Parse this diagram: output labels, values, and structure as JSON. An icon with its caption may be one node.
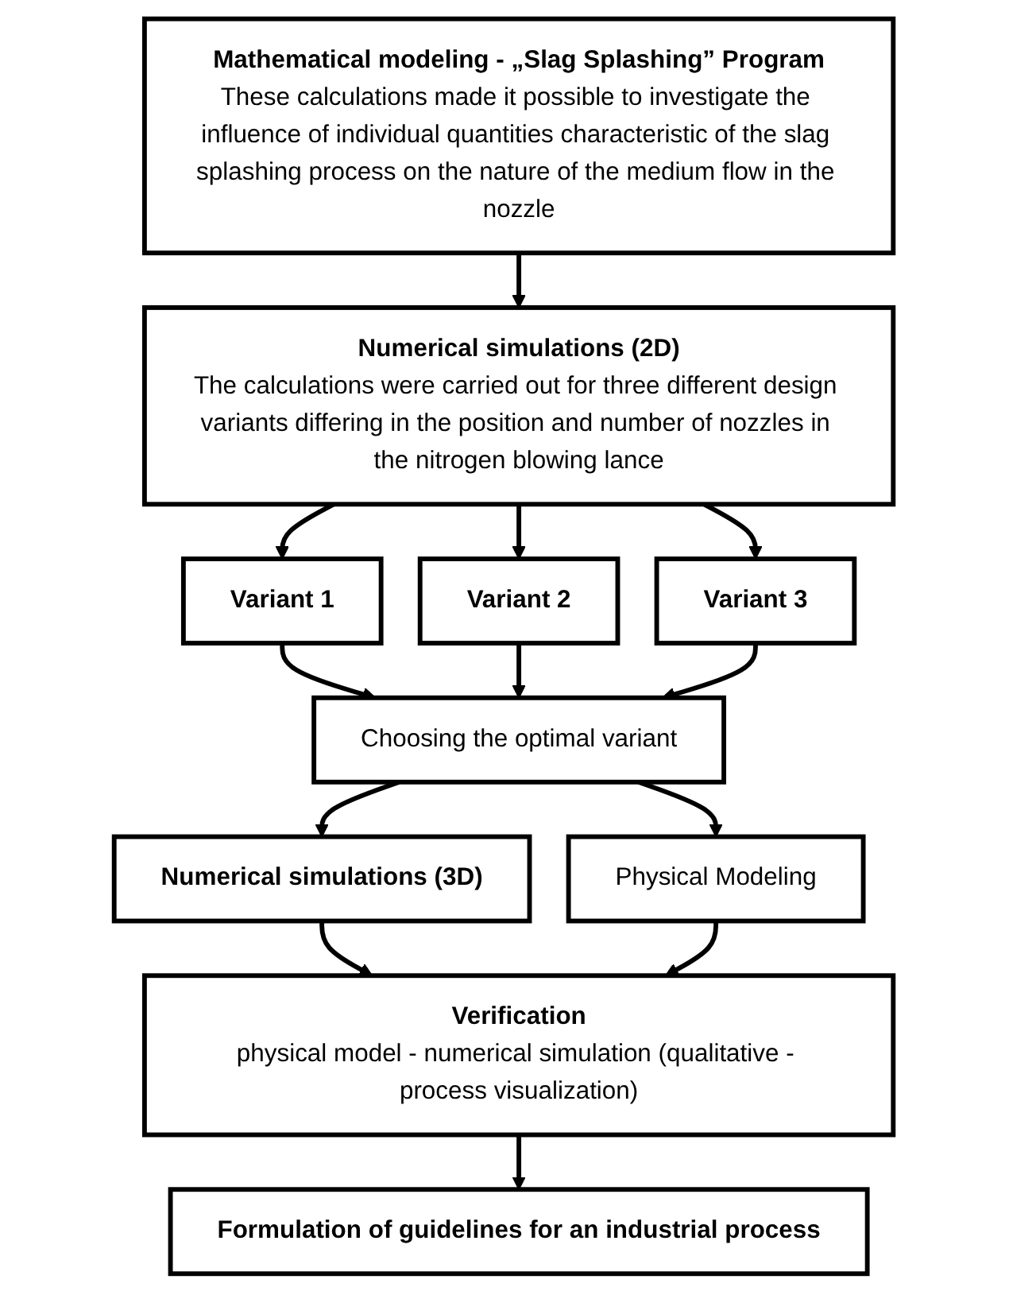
{
  "diagram": {
    "nodes": [
      {
        "text": [
          "Mathematical modeling - „Slag Splashing” Program",
          "These calculations made it possible to investigate the influence of individual quantities characteristic of the slag splashing process on the nature of the medium flow in the nozzle"
        ]
      },
      {
        "text": [
          "Numerical simulations (2D)",
          "The calculations were carried out for three different design variants differing in the position and number of nozzles in the nitrogen blowing lance"
        ]
      },
      {
        "text": [
          "Variant 1"
        ]
      },
      {
        "text": [
          "Variant 2"
        ]
      },
      {
        "text": [
          "Variant 3"
        ]
      },
      {
        "text": [
          "Choosing the optimal variant"
        ]
      },
      {
        "text": [
          "Numerical simulations (3D)"
        ]
      },
      {
        "text": [
          "Physical Modeling"
        ]
      },
      {
        "text": [
          "Verification",
          "physical model - numerical simulation (qualitative - process visualization)"
        ]
      },
      {
        "text": [
          "Formulation of guidelines for an industrial process"
        ]
      }
    ],
    "edges": [
      {
        "from": 0,
        "to": 1,
        "arrow": "to"
      },
      {
        "from": 1,
        "to": 2,
        "arrow": "to"
      },
      {
        "from": 1,
        "to": 3,
        "arrow": "to"
      },
      {
        "from": 1,
        "to": 4,
        "arrow": "to"
      },
      {
        "from": 2,
        "to": 5,
        "arrow": "to"
      },
      {
        "from": 3,
        "to": 5,
        "arrow": "to"
      },
      {
        "from": 4,
        "to": 5,
        "arrow": "to"
      },
      {
        "from": 5,
        "to": 6,
        "arrow": "to"
      },
      {
        "from": 5,
        "to": 7,
        "arrow": "to"
      },
      {
        "from": 6,
        "to": 8,
        "arrow": "to"
      },
      {
        "from": 7,
        "to": 8,
        "arrow": "to"
      },
      {
        "from": 8,
        "to": 9,
        "arrow": "to"
      }
    ]
  }
}
